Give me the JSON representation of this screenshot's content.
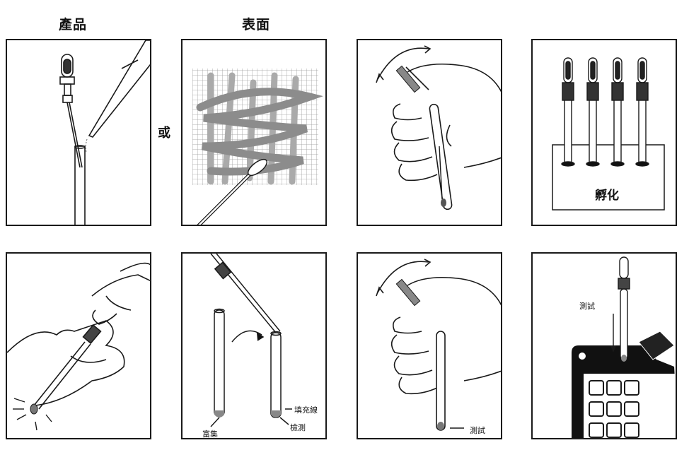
{
  "headers": {
    "product": "產品",
    "surface": "表面"
  },
  "or_label": "或",
  "incubate_label": "孵化",
  "labels": {
    "enrich": "富集",
    "fill_line": "填充線",
    "detect": "檢測",
    "test_tube": "測試",
    "test_meter": "測試"
  },
  "colors": {
    "stroke": "#1a1a1a",
    "grid": "#9a9a9a",
    "swirl": "#8c8c8c",
    "meter": "#111111"
  }
}
